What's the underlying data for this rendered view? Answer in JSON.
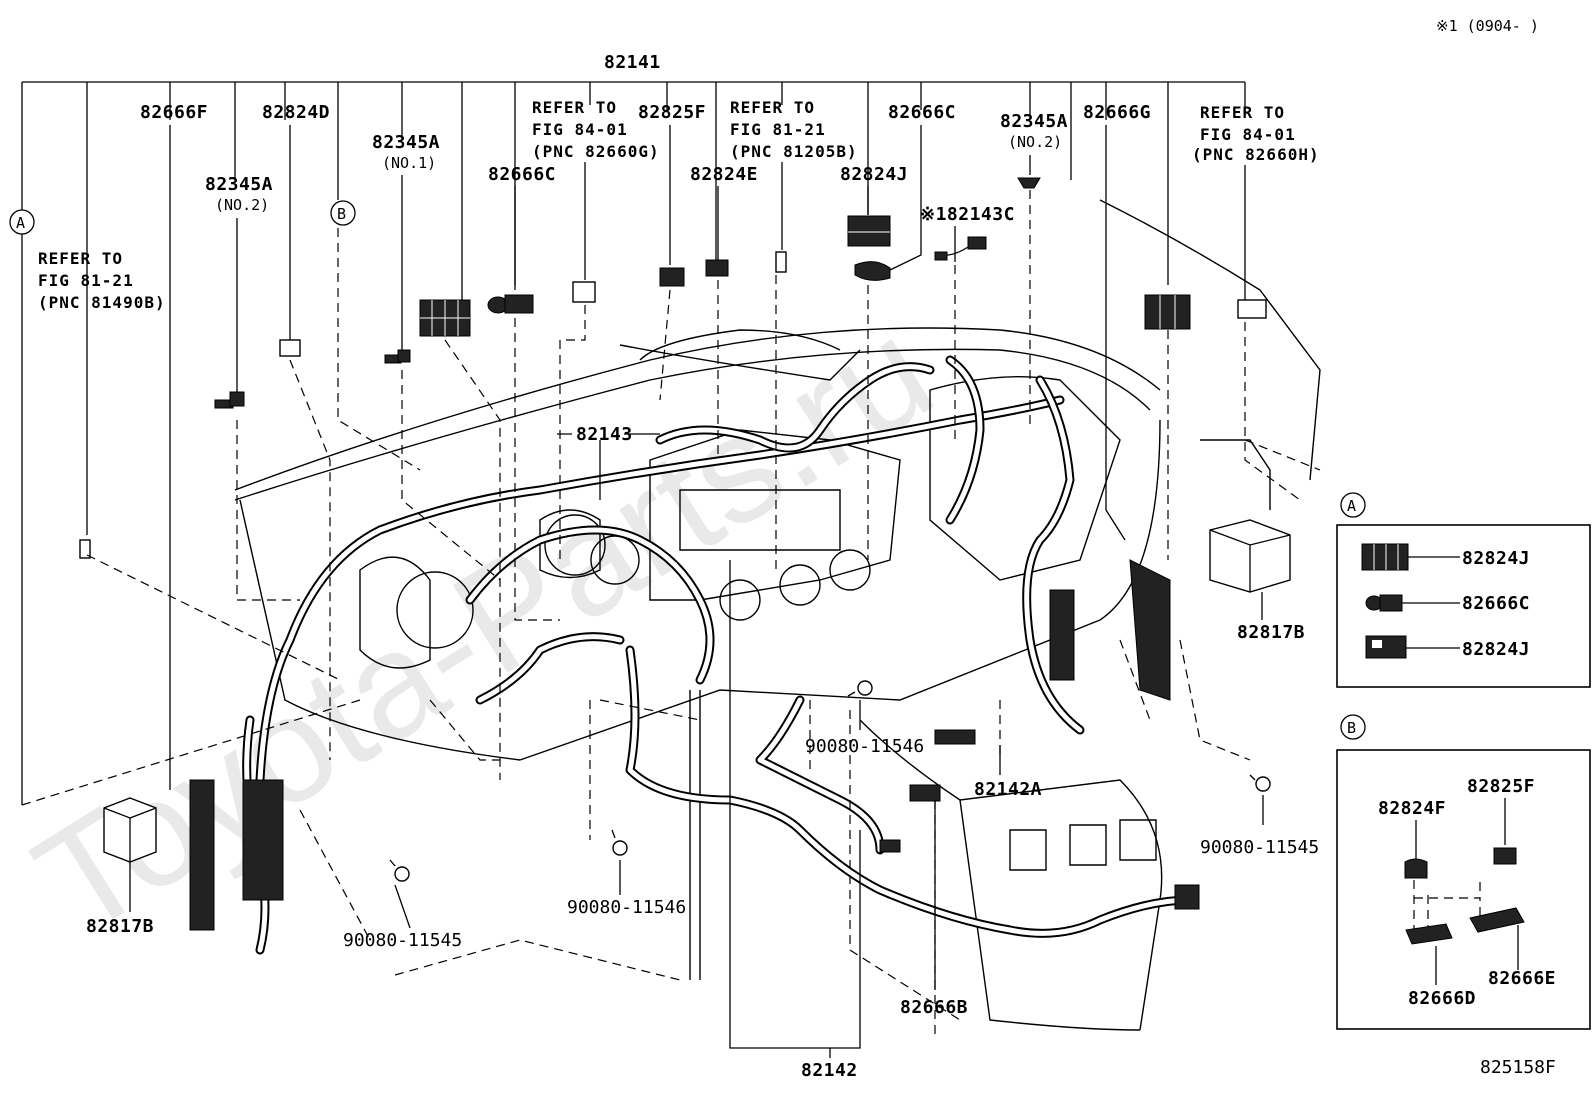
{
  "header_note": "※1 (0904-      )",
  "figure_id": "825158F",
  "watermark": "Toyota-Parts.ru",
  "labels": {
    "main_harness": "82141",
    "harness_82143": "82143",
    "harness_82142": "82142",
    "p_82666F": "82666F",
    "p_82824D": "82824D",
    "p_82345A_no2_left": "82345A",
    "p_82345A_no1": "82345A",
    "p_82666C_left": "82666C",
    "p_82825F_top": "82825F",
    "p_82824E": "82824E",
    "p_82666C_right": "82666C",
    "p_82824J_top": "82824J",
    "p_82143C": "※182143C",
    "p_82345A_no2_right": "82345A",
    "p_82666G": "82666G",
    "p_82817B_left": "82817B",
    "p_82817B_right": "82817B",
    "p_82142A": "82142A",
    "p_82666B": "82666B",
    "bolt_1": "90080-11546",
    "bolt_2": "90080-11546",
    "bolt_3": "90080-11545",
    "bolt_4": "90080-11545"
  },
  "sublabels": {
    "no1": "(NO.1)",
    "no2_left": "(NO.2)",
    "no2_right": "(NO.2)"
  },
  "refs": {
    "left": [
      "REFER TO",
      "FIG 81-21",
      "(PNC 81490B)"
    ],
    "mid1": [
      "REFER TO",
      "FIG 84-01",
      "(PNC 82660G)"
    ],
    "mid2": [
      "REFER TO",
      "FIG 81-21",
      "(PNC 81205B)"
    ],
    "right": [
      "REFER TO",
      "FIG 84-01",
      "(PNC 82660H)"
    ]
  },
  "callouts": {
    "a": "A",
    "b": "B"
  },
  "inset_a": {
    "tag": "A",
    "items": [
      "82824J",
      "82666C",
      "82824J"
    ]
  },
  "inset_b": {
    "tag": "B",
    "items": {
      "tl": "82824F",
      "tr": "82825F",
      "bl": "82666D",
      "br": "82666E"
    }
  }
}
